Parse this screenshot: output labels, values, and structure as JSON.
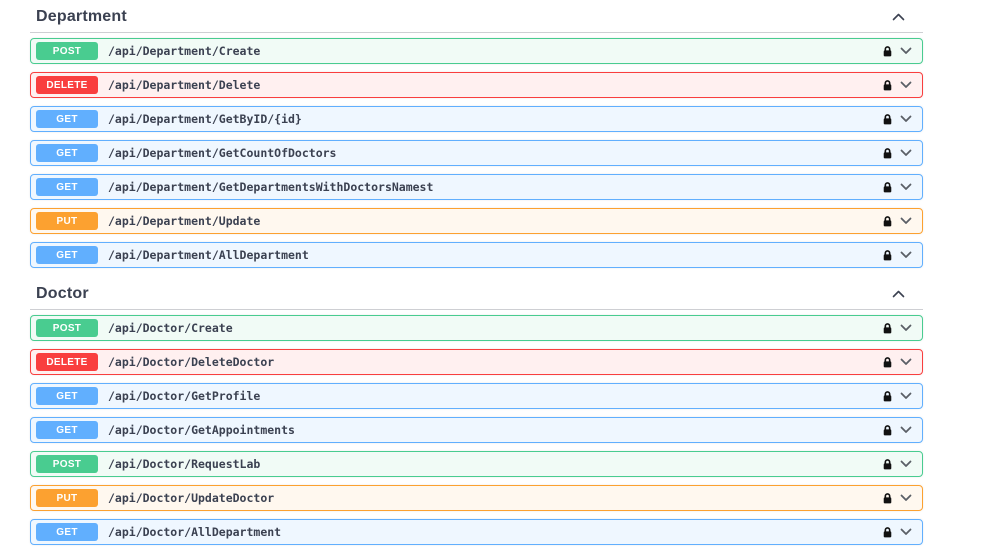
{
  "page": {
    "background": "#ffffff",
    "heading_color": "#3b4151",
    "path_color": "#3b4151"
  },
  "methods": {
    "POST": {
      "color": "#49cc90",
      "bg": "rgba(73,204,144,0.08)"
    },
    "DELETE": {
      "color": "#f93e3e",
      "bg": "rgba(249,62,62,0.08)"
    },
    "GET": {
      "color": "#61affe",
      "bg": "rgba(97,175,254,0.10)"
    },
    "PUT": {
      "color": "#fca130",
      "bg": "rgba(252,161,48,0.08)"
    }
  },
  "icons": {
    "section_collapse": "chevron-up-icon",
    "row_expand": "chevron-down-icon",
    "auth": "lock-closed-icon"
  },
  "sections": [
    {
      "title": "Department",
      "endpoints": [
        {
          "method": "POST",
          "path": "/api/Department/Create"
        },
        {
          "method": "DELETE",
          "path": "/api/Department/Delete"
        },
        {
          "method": "GET",
          "path": "/api/Department/GetByID/{id}"
        },
        {
          "method": "GET",
          "path": "/api/Department/GetCountOfDoctors"
        },
        {
          "method": "GET",
          "path": "/api/Department/GetDepartmentsWithDoctorsNamest"
        },
        {
          "method": "PUT",
          "path": "/api/Department/Update"
        },
        {
          "method": "GET",
          "path": "/api/Department/AllDepartment"
        }
      ]
    },
    {
      "title": "Doctor",
      "endpoints": [
        {
          "method": "POST",
          "path": "/api/Doctor/Create"
        },
        {
          "method": "DELETE",
          "path": "/api/Doctor/DeleteDoctor"
        },
        {
          "method": "GET",
          "path": "/api/Doctor/GetProfile"
        },
        {
          "method": "GET",
          "path": "/api/Doctor/GetAppointments"
        },
        {
          "method": "POST",
          "path": "/api/Doctor/RequestLab"
        },
        {
          "method": "PUT",
          "path": "/api/Doctor/UpdateDoctor"
        },
        {
          "method": "GET",
          "path": "/api/Doctor/AllDepartment"
        }
      ]
    }
  ]
}
